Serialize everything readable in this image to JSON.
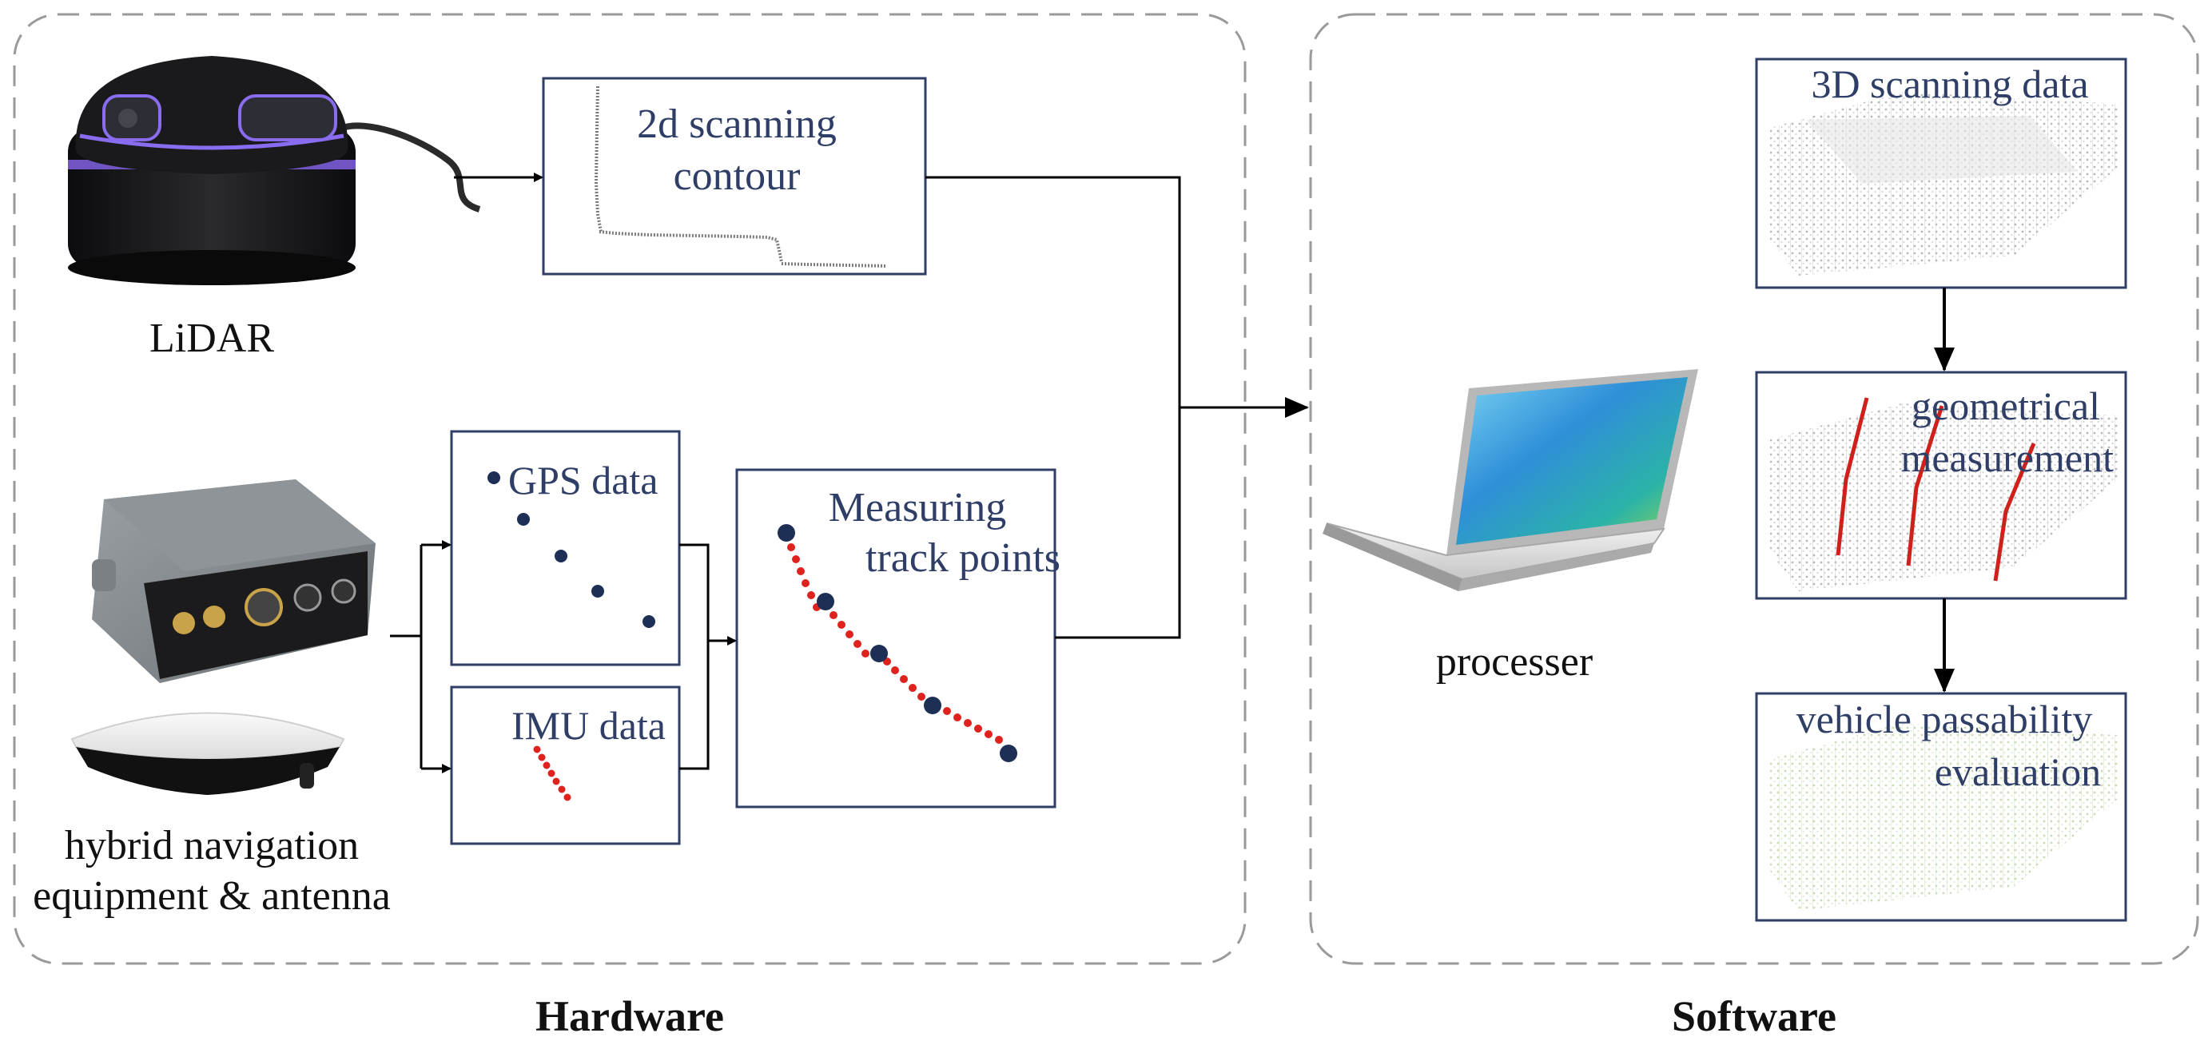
{
  "sections": {
    "hardware": "Hardware",
    "software": "Software"
  },
  "devices": {
    "lidar": "LiDAR",
    "navigation_line1": "hybrid navigation",
    "navigation_line2": "equipment & antenna",
    "processor": "processer"
  },
  "boxes": {
    "scan2d_line1": "2d scanning",
    "scan2d_line2": "contour",
    "gps": "GPS data",
    "imu": "IMU data",
    "track_line1": "Measuring",
    "track_line2": "track points",
    "scan3d": "3D scanning data",
    "geo_line1": "geometrical",
    "geo_line2": "measurement",
    "eval_line1": "vehicle passability",
    "eval_line2": "evaluation"
  },
  "colors": {
    "box_border": "#2f3e66",
    "label_text": "#2f3e66",
    "dot_navy": "#1e2f55",
    "dot_red": "#e0221f",
    "measure_line": "#d0201c",
    "lidar_accent": "#8a6cf0",
    "panel_border": "#9a9a9a"
  }
}
